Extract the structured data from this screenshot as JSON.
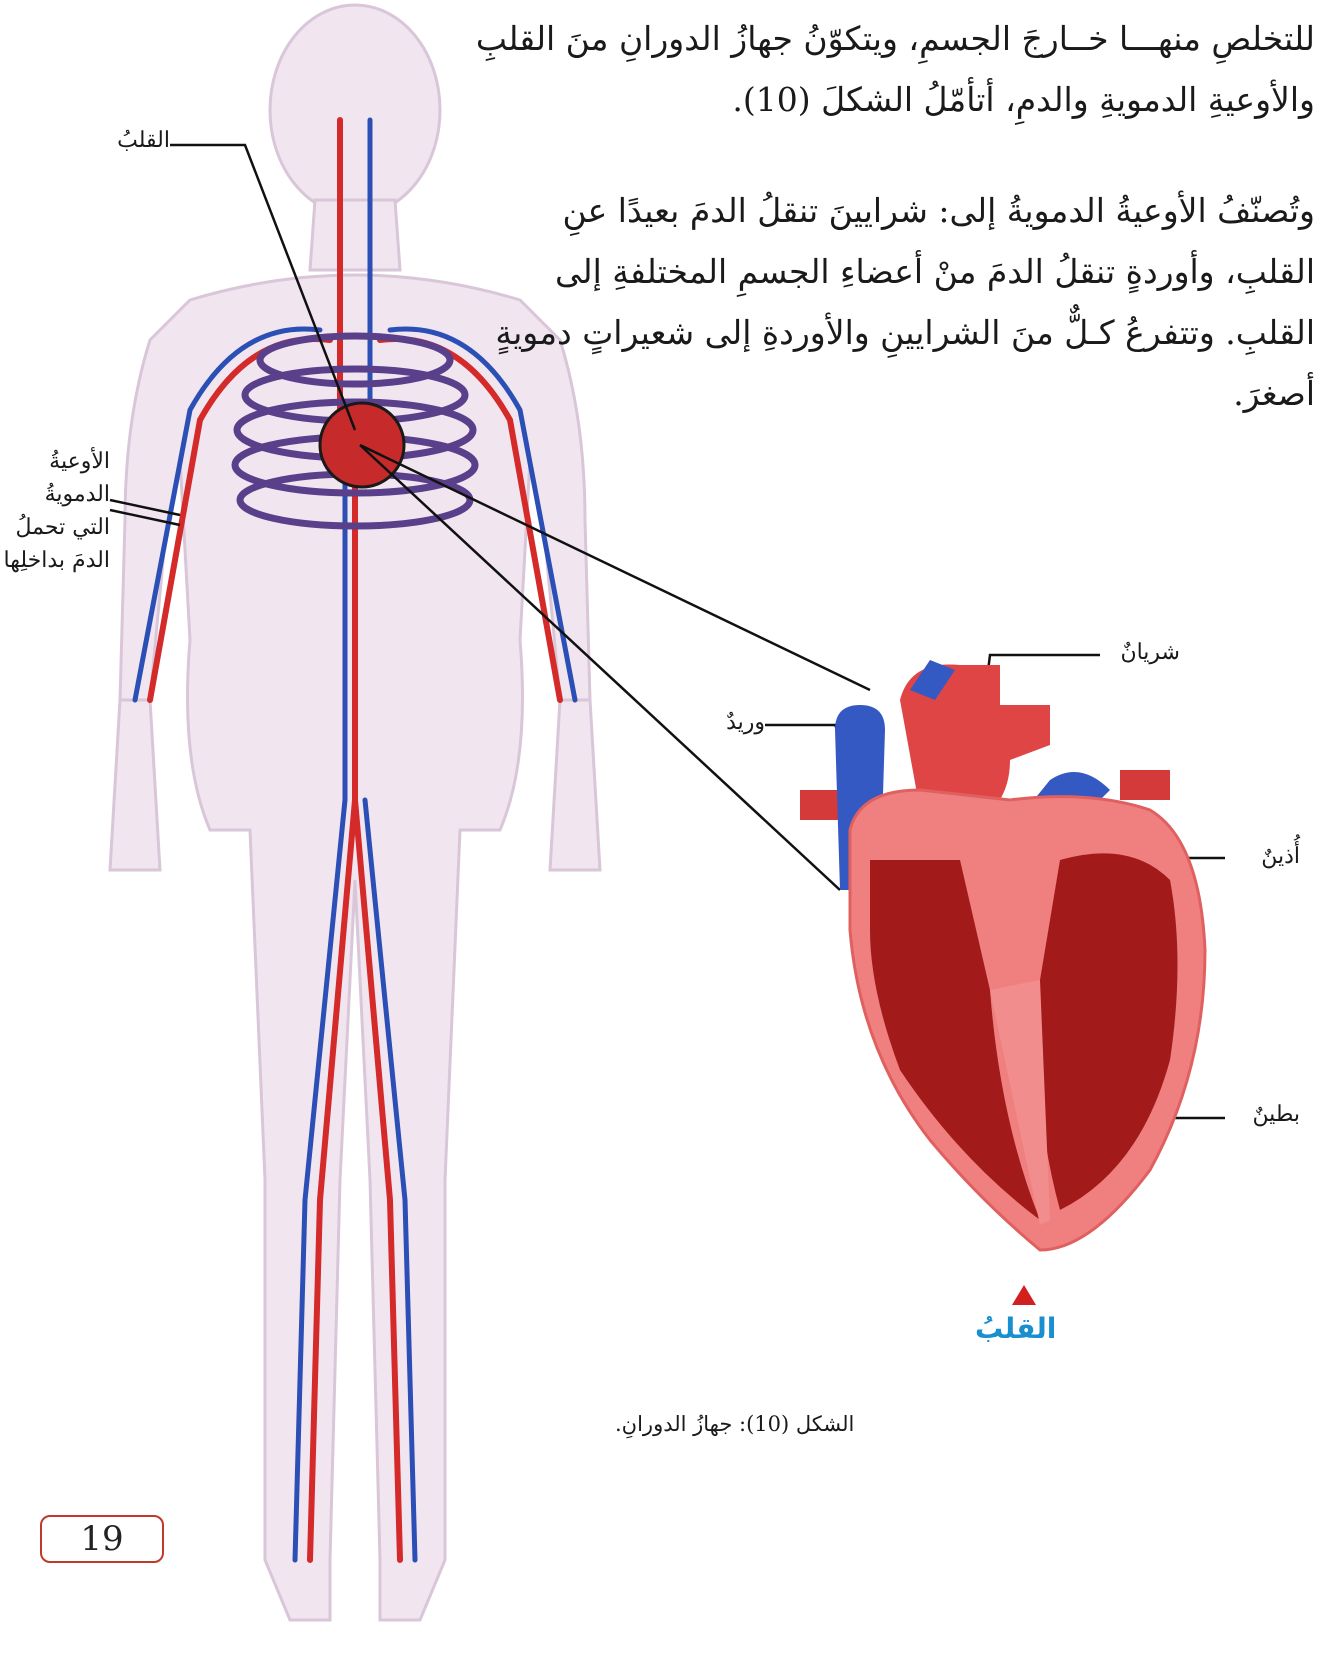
{
  "text": {
    "paragraph1": "للتخلصِ منهـــا خــارجَ الجسمِ، ويتكوّنُ جهازُ الدورانِ منَ القلبِ والأوعيةِ الدمويةِ والدمِ، أتأمّلُ الشكلَ (10).",
    "paragraph2": "وتُصنّفُ الأوعيةُ الدمويةُ إلى: شرايينَ تنقلُ الدمَ بعيدًا عنِ القلبِ، وأوردةٍ تنقلُ الدمَ منْ أعضاءِ الجسمِ المختلفةِ إلى القلبِ. وتتفرعُ كـلٌّ منَ الشرايينِ والأوردةِ إلى شعيراتٍ دمويةٍ أصغرَ."
  },
  "labels": {
    "heart_body": "القلبُ",
    "vessels": "الأوعيةُ الدمويةُ التي تحملُ الدمَ بداخلِها",
    "artery": "شريانٌ",
    "vein": "وريدٌ",
    "atrium": "أُذينٌ",
    "ventricle": "بطينٌ",
    "heart_detail": "القلبُ"
  },
  "caption": "الشكل (10): جهازُ الدورانِ.",
  "page_number": "19",
  "colors": {
    "artery": "#d42a2a",
    "vein": "#2b4fb5",
    "body": "#efe3ee",
    "heart_title": "#1a8fd0",
    "page_border": "#c0392b"
  }
}
